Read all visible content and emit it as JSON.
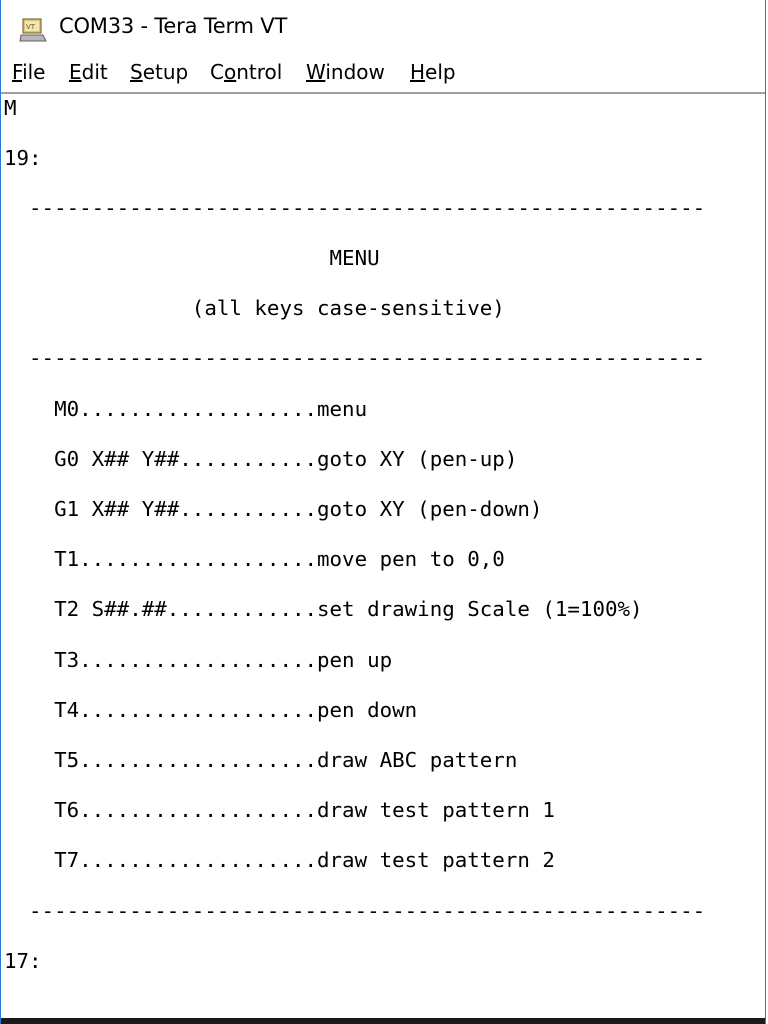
{
  "window": {
    "title": "COM33 - Tera Term VT"
  },
  "menu": [
    {
      "mnemonic": "F",
      "rest": "ile"
    },
    {
      "mnemonic": "E",
      "rest": "dit"
    },
    {
      "mnemonic": "S",
      "rest": "etup"
    },
    {
      "pre": "C",
      "mnemonic": "o",
      "rest": "ntrol"
    },
    {
      "mnemonic": "W",
      "rest": "indow"
    },
    {
      "mnemonic": "H",
      "rest": "elp"
    }
  ],
  "terminal": {
    "lines": [
      "M",
      "19:",
      "  ------------------------------------------------------",
      "                          MENU",
      "               (all keys case-sensitive)",
      "  ------------------------------------------------------",
      "    M0...................menu",
      "    G0 X## Y##...........goto XY (pen-up)",
      "    G1 X## Y##...........goto XY (pen-down)",
      "    T1...................move pen to 0,0",
      "    T2 S##.##............set drawing Scale (1=100%)",
      "    T3...................pen up",
      "    T4...................pen down",
      "    T5...................draw ABC pattern",
      "    T6...................draw test pattern 1",
      "    T7...................draw test pattern 2",
      "  ------------------------------------------------------",
      "17:"
    ]
  }
}
